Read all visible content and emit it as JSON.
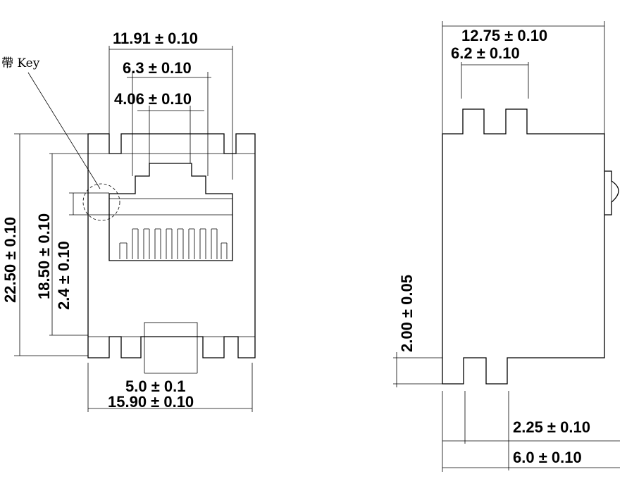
{
  "front_view": {
    "key_label": "帶 Key",
    "dim_top_width": "11.91 ± 0.10",
    "dim_inner_width": "6.3 ± 0.10",
    "dim_slot_width": "4.06 ± 0.10",
    "dim_total_height": "22.50 ± 0.10",
    "dim_body_height": "18.50 ± 0.10",
    "dim_key_height": "2.4 ± 0.10",
    "dim_bottom_slot": "5.0 ± 0.1",
    "dim_total_width": "15.90 ± 0.10"
  },
  "side_view": {
    "dim_top_width": "12.75 ± 0.10",
    "dim_tab_span": "6.2 ± 0.10",
    "dim_offset": "2.00 ± 0.05",
    "dim_pin_offset": "2.25 ± 0.10",
    "dim_pin_span": "6.0 ± 0.10"
  }
}
